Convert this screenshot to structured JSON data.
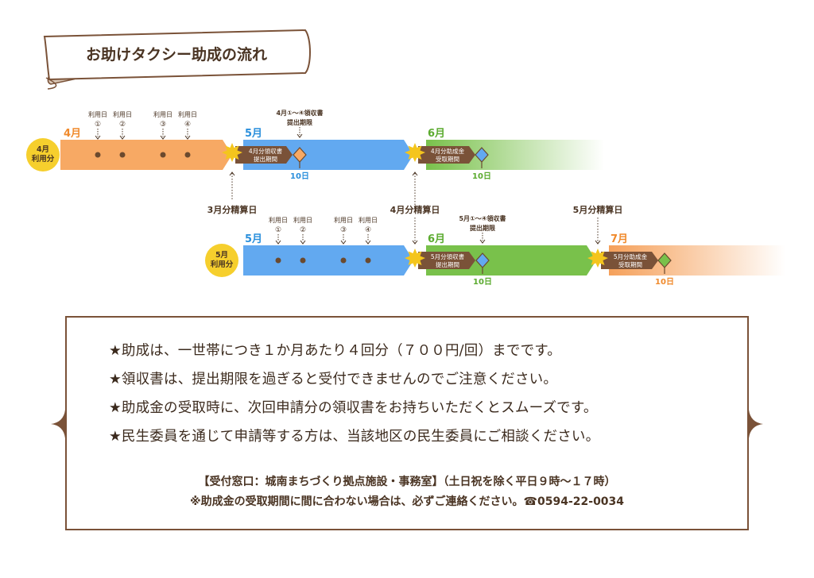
{
  "title": "お助けタクシー助成の流れ",
  "colors": {
    "april": "#f7a964",
    "may": "#62a9f0",
    "june": "#79c14b",
    "july": "#f5a05a",
    "brown": "#7a5238",
    "badge": "#f6cf2d",
    "burst": "#f4c51d",
    "blue_text": "#2a8fdc",
    "green_text": "#5bab2f"
  },
  "row1": {
    "badge": [
      "4月",
      "利用分"
    ],
    "months": [
      "4月",
      "5月",
      "6月"
    ],
    "use_days": [
      {
        "label": "利用日",
        "num": "①"
      },
      {
        "label": "利用日",
        "num": "②"
      },
      {
        "label": "利用日",
        "num": "③"
      },
      {
        "label": "利用日",
        "num": "④"
      }
    ],
    "deadline_note": [
      "4月①～④領収書",
      "提出期限"
    ],
    "submit_tag": [
      "4月分領収書",
      "提出期間"
    ],
    "receive_tag": [
      "4月分助成金",
      "受取期間"
    ],
    "day10_a": "10日",
    "day10_b": "10日"
  },
  "settle": {
    "march": "3月分精算日",
    "april": "4月分精算日",
    "may": "5月分精算日"
  },
  "row2": {
    "badge": [
      "5月",
      "利用分"
    ],
    "months": [
      "5月",
      "6月",
      "7月"
    ],
    "use_days": [
      {
        "label": "利用日",
        "num": "①"
      },
      {
        "label": "利用日",
        "num": "②"
      },
      {
        "label": "利用日",
        "num": "③"
      },
      {
        "label": "利用日",
        "num": "④"
      }
    ],
    "deadline_note": [
      "5月①～④領収書",
      "提出期限"
    ],
    "submit_tag": [
      "5月分領収書",
      "提出期間"
    ],
    "receive_tag": [
      "5月分助成金",
      "受取期間"
    ],
    "day10_a": "10日",
    "day10_b": "10日"
  },
  "notes": [
    "★助成は、一世帯につき１か月あたり４回分（７００円/回）までです。",
    "★領収書は、提出期限を過ぎると受付できませんのでご注意ください。",
    "★助成金の受取時に、次回申請分の領収書をお持ちいただくとスムーズです。",
    "★民生委員を通じて申請等する方は、当該地区の民生委員にご相談ください。"
  ],
  "contact": {
    "window": "【受付窓口：城南まちづくり拠点施設・事務室】（土日祝を除く平日９時～１７時）",
    "notice": "※助成金の受取期間に間に合わない場合は、必ずご連絡ください。☎0594-22-0034"
  }
}
